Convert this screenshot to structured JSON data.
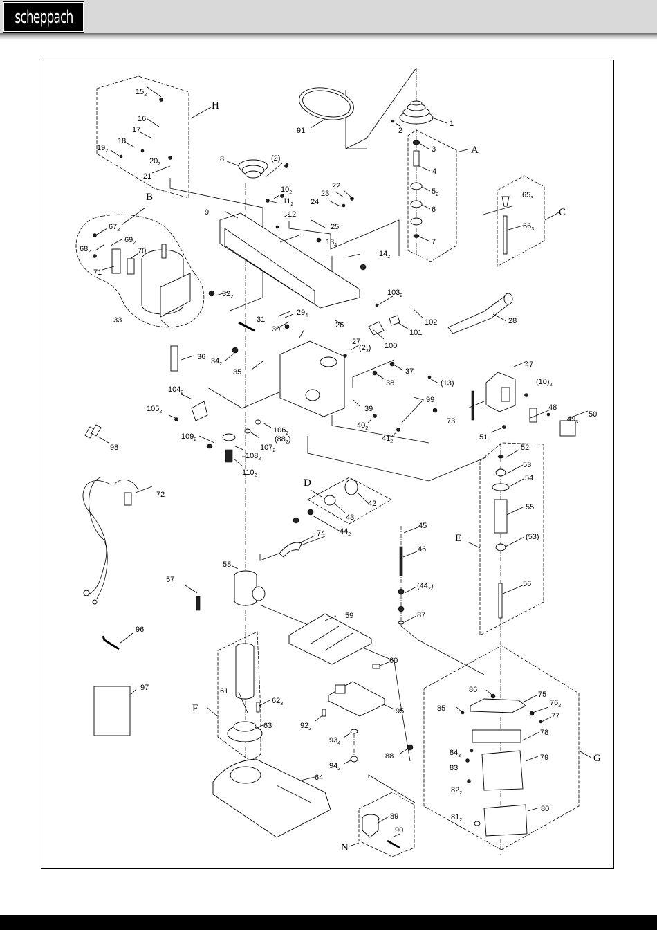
{
  "header": {
    "brand": "scheppach",
    "background_color": "#d9d9d9",
    "logo_color": "#000000"
  },
  "diagram": {
    "type": "exploded parts view",
    "group_labels": [
      "A",
      "B",
      "C",
      "D",
      "E",
      "F",
      "G",
      "H",
      "N"
    ],
    "parts": [
      {
        "id": "1",
        "label": "1"
      },
      {
        "id": "2",
        "label": "2"
      },
      {
        "id": "3",
        "label": "3"
      },
      {
        "id": "4",
        "label": "4"
      },
      {
        "id": "5",
        "label": "5",
        "qty": "2"
      },
      {
        "id": "6",
        "label": "6"
      },
      {
        "id": "7",
        "label": "7"
      },
      {
        "id": "8",
        "label": "8"
      },
      {
        "id": "2p",
        "label": "(2)"
      },
      {
        "id": "9",
        "label": "9"
      },
      {
        "id": "10",
        "label": "10",
        "qty": "2"
      },
      {
        "id": "11",
        "label": "11",
        "qty": "2"
      },
      {
        "id": "12",
        "label": "12"
      },
      {
        "id": "13",
        "label": "13",
        "qty": "4"
      },
      {
        "id": "14",
        "label": "14",
        "qty": "2"
      },
      {
        "id": "15",
        "label": "15",
        "qty": "2"
      },
      {
        "id": "16",
        "label": "16"
      },
      {
        "id": "17",
        "label": "17"
      },
      {
        "id": "18",
        "label": "18"
      },
      {
        "id": "19",
        "label": "19",
        "qty": "2"
      },
      {
        "id": "20",
        "label": "20",
        "qty": "2"
      },
      {
        "id": "21",
        "label": "21"
      },
      {
        "id": "22",
        "label": "22"
      },
      {
        "id": "23",
        "label": "23"
      },
      {
        "id": "24",
        "label": "24"
      },
      {
        "id": "25",
        "label": "25"
      },
      {
        "id": "26",
        "label": "26"
      },
      {
        "id": "27",
        "label": "27"
      },
      {
        "id": "28",
        "label": "28"
      },
      {
        "id": "29",
        "label": "29",
        "qty": "4"
      },
      {
        "id": "30",
        "label": "30"
      },
      {
        "id": "31",
        "label": "31"
      },
      {
        "id": "32",
        "label": "32",
        "qty": "2"
      },
      {
        "id": "33",
        "label": "33"
      },
      {
        "id": "34",
        "label": "34",
        "qty": "2"
      },
      {
        "id": "35",
        "label": "35"
      },
      {
        "id": "36",
        "label": "36"
      },
      {
        "id": "37",
        "label": "37"
      },
      {
        "id": "38",
        "label": "38"
      },
      {
        "id": "39",
        "label": "39"
      },
      {
        "id": "40",
        "label": "40",
        "qty": "2"
      },
      {
        "id": "41",
        "label": "41",
        "qty": "2"
      },
      {
        "id": "42",
        "label": "42"
      },
      {
        "id": "43",
        "label": "43"
      },
      {
        "id": "44",
        "label": "44",
        "qty": "2"
      },
      {
        "id": "44p",
        "label": "(44",
        "qty": "2",
        "suffix": ")"
      },
      {
        "id": "45",
        "label": "45"
      },
      {
        "id": "46",
        "label": "46"
      },
      {
        "id": "47",
        "label": "47"
      },
      {
        "id": "10p",
        "label": "(10)",
        "qty": "2"
      },
      {
        "id": "48",
        "label": "48"
      },
      {
        "id": "49",
        "label": "49",
        "qty": "3"
      },
      {
        "id": "50",
        "label": "50"
      },
      {
        "id": "51",
        "label": "51"
      },
      {
        "id": "52",
        "label": "52"
      },
      {
        "id": "53",
        "label": "53"
      },
      {
        "id": "54",
        "label": "54"
      },
      {
        "id": "55",
        "label": "55"
      },
      {
        "id": "53p",
        "label": "(53)"
      },
      {
        "id": "56",
        "label": "56"
      },
      {
        "id": "57",
        "label": "57"
      },
      {
        "id": "58",
        "label": "58"
      },
      {
        "id": "59",
        "label": "59"
      },
      {
        "id": "60",
        "label": "60"
      },
      {
        "id": "61",
        "label": "61"
      },
      {
        "id": "62",
        "label": "62",
        "qty": "3"
      },
      {
        "id": "63",
        "label": "63"
      },
      {
        "id": "64",
        "label": "64"
      },
      {
        "id": "65",
        "label": "65",
        "qty": "3"
      },
      {
        "id": "66",
        "label": "66",
        "qty": "3"
      },
      {
        "id": "67",
        "label": "67",
        "qty": "2"
      },
      {
        "id": "68",
        "label": "68",
        "qty": "2"
      },
      {
        "id": "69",
        "label": "69",
        "qty": "2"
      },
      {
        "id": "70",
        "label": "70"
      },
      {
        "id": "71",
        "label": "71"
      },
      {
        "id": "72",
        "label": "72"
      },
      {
        "id": "73",
        "label": "73"
      },
      {
        "id": "74",
        "label": "74"
      },
      {
        "id": "75",
        "label": "75"
      },
      {
        "id": "76",
        "label": "76",
        "qty": "2"
      },
      {
        "id": "77",
        "label": "77"
      },
      {
        "id": "78",
        "label": "78"
      },
      {
        "id": "79",
        "label": "79"
      },
      {
        "id": "80",
        "label": "80"
      },
      {
        "id": "81",
        "label": "81",
        "qty": "2"
      },
      {
        "id": "82",
        "label": "82",
        "qty": "2"
      },
      {
        "id": "83",
        "label": "83"
      },
      {
        "id": "84",
        "label": "84",
        "qty": "3"
      },
      {
        "id": "85",
        "label": "85"
      },
      {
        "id": "86",
        "label": "86"
      },
      {
        "id": "87",
        "label": "87"
      },
      {
        "id": "88",
        "label": "88"
      },
      {
        "id": "88p",
        "label": "(88",
        "qty": "2",
        "suffix": ")"
      },
      {
        "id": "89",
        "label": "89"
      },
      {
        "id": "90",
        "label": "90"
      },
      {
        "id": "91",
        "label": "91"
      },
      {
        "id": "92",
        "label": "92",
        "qty": "2"
      },
      {
        "id": "93",
        "label": "93",
        "qty": "4"
      },
      {
        "id": "94",
        "label": "94",
        "qty": "2"
      },
      {
        "id": "95",
        "label": "95"
      },
      {
        "id": "96",
        "label": "96"
      },
      {
        "id": "97",
        "label": "97"
      },
      {
        "id": "98",
        "label": "98"
      },
      {
        "id": "99",
        "label": "99"
      },
      {
        "id": "13p",
        "label": "(13)"
      },
      {
        "id": "2p3",
        "label": "(2",
        "qty": "3",
        "suffix": ")"
      },
      {
        "id": "100",
        "label": "100"
      },
      {
        "id": "101",
        "label": "101"
      },
      {
        "id": "102",
        "label": "102"
      },
      {
        "id": "103",
        "label": "103",
        "qty": "2"
      },
      {
        "id": "104",
        "label": "104",
        "qty": "2"
      },
      {
        "id": "105",
        "label": "105",
        "qty": "2"
      },
      {
        "id": "106",
        "label": "106",
        "qty": "2"
      },
      {
        "id": "107",
        "label": "107",
        "qty": "2"
      },
      {
        "id": "108",
        "label": "108",
        "qty": "2"
      },
      {
        "id": "109",
        "label": "109",
        "qty": "2"
      },
      {
        "id": "110",
        "label": "110",
        "qty": "2"
      }
    ]
  }
}
